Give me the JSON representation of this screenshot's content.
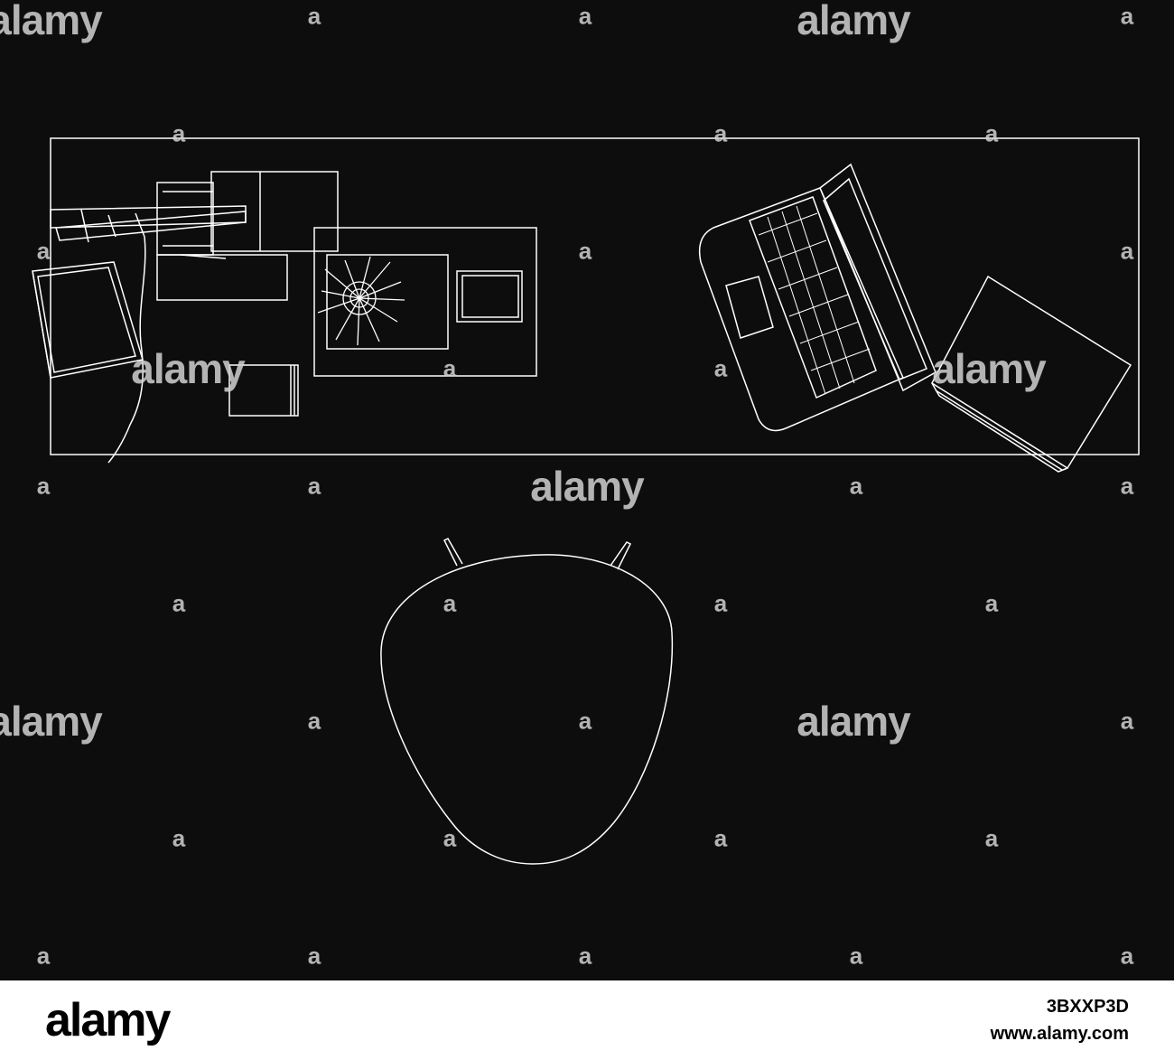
{
  "watermark": {
    "logo_text": "alamy",
    "mark_text": "a"
  },
  "footer": {
    "logo_text": "alamy",
    "image_id": "3BXXP3D",
    "url": "www.alamy.com"
  },
  "colors": {
    "background": "#0d0d0d",
    "line": "#ffffff",
    "footer_bg": "#ffffff"
  }
}
